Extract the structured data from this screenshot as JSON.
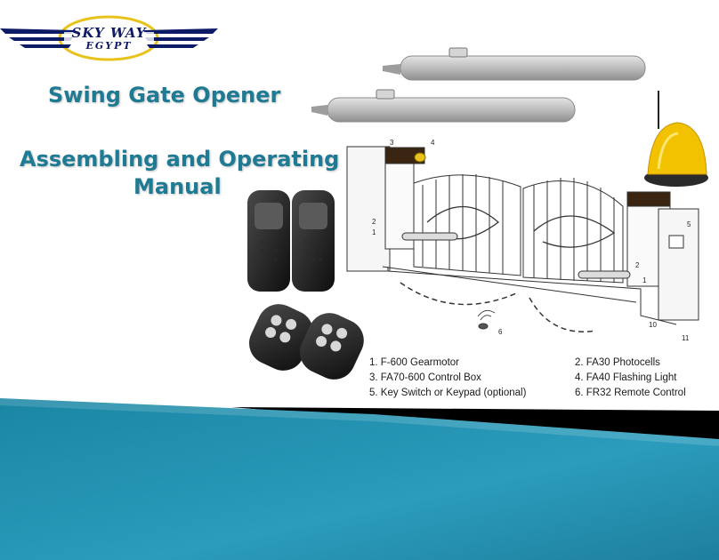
{
  "brand": {
    "name_line1": "SKY WAY",
    "name_line2": "EGYPT",
    "colors": {
      "navy": "#0d1a66",
      "gold": "#e8c21b"
    }
  },
  "titles": {
    "line1": "Swing Gate Opener",
    "line2": "Assembling and Operating",
    "line3": "Manual",
    "color": "#1f7a93"
  },
  "diagram": {
    "callouts": [
      "1",
      "2",
      "3",
      "4",
      "1",
      "2",
      "5",
      "6",
      "10",
      "11"
    ]
  },
  "legend": {
    "item1": "1. F-600 Gearmotor",
    "item2": "2. FA30 Photocells",
    "item3": "3. FA70-600 Control Box",
    "item4": "4. FA40 Flashing Light",
    "item5": "5. Key Switch or Keypad (optional)",
    "item6": "6. FR32 Remote Control"
  },
  "band": {
    "top_color": "#000000",
    "main_color": "#1f86a6"
  }
}
